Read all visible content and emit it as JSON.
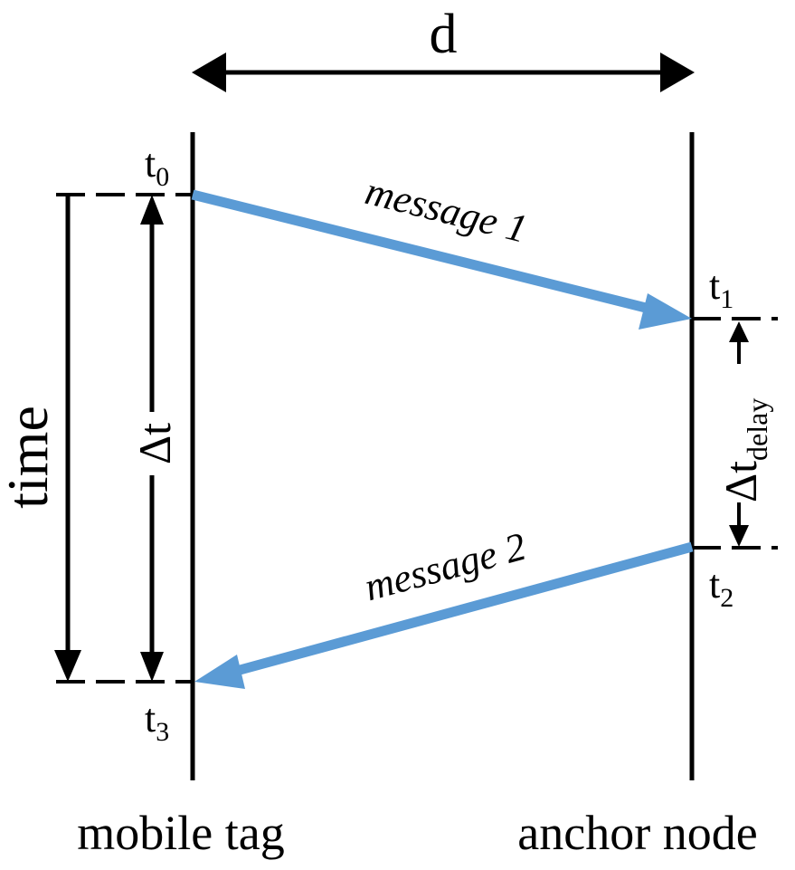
{
  "distance_label": "d",
  "time_label": "time",
  "delta_t_label": "Δt",
  "delta_t_delay": {
    "base": "Δt",
    "subscript": "delay"
  },
  "timestamps": {
    "t0": {
      "base": "t",
      "subscript": "0"
    },
    "t1": {
      "base": "t",
      "subscript": "1"
    },
    "t2": {
      "base": "t",
      "subscript": "2"
    },
    "t3": {
      "base": "t",
      "subscript": "3"
    }
  },
  "messages": {
    "message_1": "message 1",
    "message_2": "message 2"
  },
  "nodes": {
    "left": "mobile tag",
    "right": "anchor node"
  },
  "colors": {
    "message_arrow": "#5b9bd5",
    "line": "#000000",
    "background": "#ffffff"
  }
}
